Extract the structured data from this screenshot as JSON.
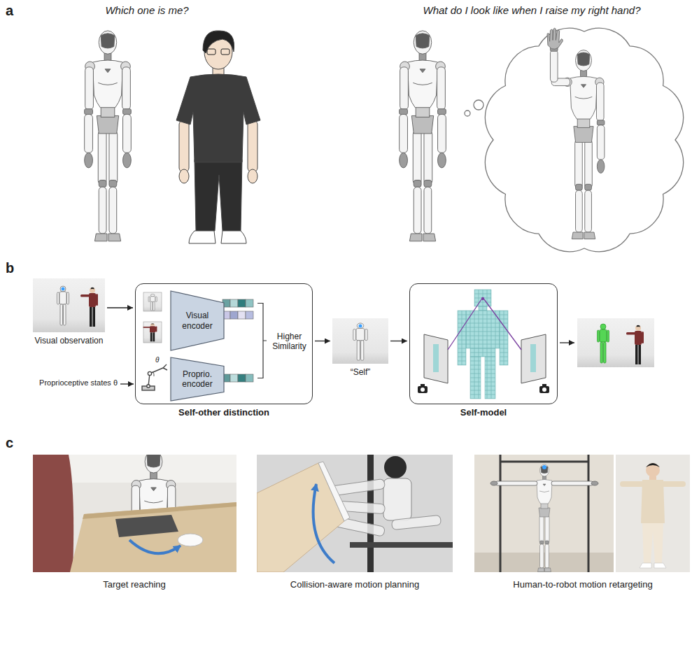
{
  "diagram": {
    "nodes": [
      {
        "text": [
          "Visual observation"
        ]
      },
      {
        "text": [
          "Self-other distinction"
        ]
      },
      {
        "text": [
          "Visual encoder"
        ],
        "in": 1
      },
      {
        "text": [
          "Proprio. encoder"
        ],
        "in": 1
      },
      {
        "text": [
          "“Self”"
        ]
      },
      {
        "text": [
          "Self-model"
        ]
      }
    ],
    "edges": [
      {
        "from": 0,
        "to": 1,
        "arrow": "to"
      },
      {
        "from": 1,
        "to": 4,
        "arrow": "to"
      },
      {
        "from": 4,
        "to": 5,
        "arrow": "to"
      }
    ],
    "labels": [
      "a",
      "Which one is me?",
      "What do I look like when I raise my right hand?",
      "b",
      "Proprioceptive states θ",
      "θ",
      "Higher Similarity",
      "c",
      "Target reaching",
      "Collision-aware motion planning",
      "Human-to-robot motion retargeting"
    ]
  }
}
